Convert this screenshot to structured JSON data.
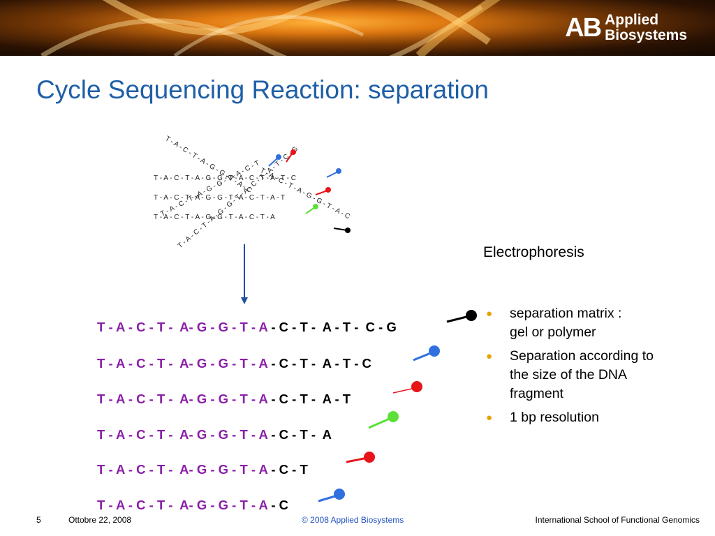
{
  "header": {
    "logo_mark": "AB",
    "logo_line1": "Applied",
    "logo_line2": "Biosystems"
  },
  "title": "Cycle Sequencing Reaction: separation",
  "diagram_strands": [
    "T - A - C - T - A - G - G - T - A - C - T - A - T - C",
    "T - A - C - T - A - G - G - T - A - C - T - A - T",
    "T - A - C - T - A - G - G - T - A - C - T - A",
    "T - A - C - T - A - G - G - T - A - C",
    "T - A - C - T - A - G - G - T - A - C - T",
    "T - A - C - T - A - G - G - T - A - C - T - A - T - C - G"
  ],
  "electrophoresis_label": "Electrophoresis",
  "bullets": [
    {
      "line1": "separation matrix :",
      "line2": "gel or polymer",
      "line3": ""
    },
    {
      "line1": "Separation according to",
      "line2": "the size of the DNA",
      "line3": "fragment"
    },
    {
      "line1": "1 bp resolution",
      "line2": "",
      "line3": ""
    }
  ],
  "fragments": [
    {
      "prefix": "T - A - C - T -  A- G - G - T - A",
      "suffix": " - C - T -  A - T -  C - G",
      "dye_color": "#000000"
    },
    {
      "prefix": "T - A - C - T -  A- G - G - T - A",
      "suffix": " - C - T -  A - T - C",
      "dye_color": "#2f6fe0"
    },
    {
      "prefix": "T - A - C - T -  A- G - G - T - A",
      "suffix": " - C - T -  A - T",
      "dye_color": "#e8141a"
    },
    {
      "prefix": "T - A - C - T -  A- G - G - T - A",
      "suffix": " - C - T -  A",
      "dye_color": "#5ce038"
    },
    {
      "prefix": "T - A - C - T -  A- G - G - T - A",
      "suffix": " - C - T",
      "dye_color": "#e8141a"
    },
    {
      "prefix": "T - A - C - T -  A- G - G - T - A",
      "suffix": " - C",
      "dye_color": "#2f6fe0"
    }
  ],
  "footer": {
    "page_number": "5",
    "date": "Ottobre  22, 2008",
    "copyright": "© 2008 Applied Biosystems",
    "event": "International School of Functional Genomics"
  },
  "colors": {
    "title": "#1f5fa7",
    "prefix_text": "#8a1fa8",
    "bullet": "#e8a200",
    "copyright_link": "#1f4fbf"
  }
}
